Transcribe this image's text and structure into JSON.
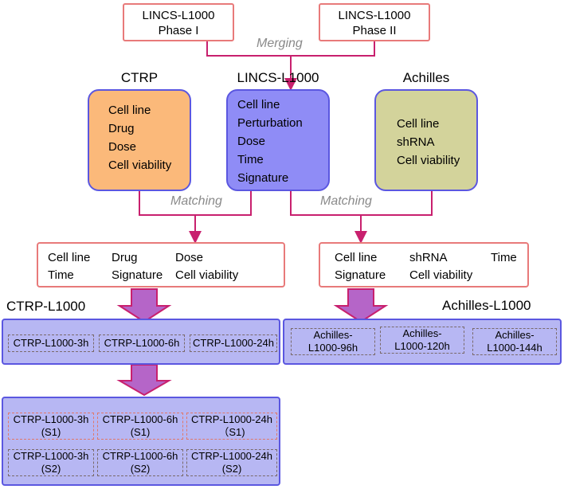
{
  "phases": {
    "phase1": {
      "line1": "LINCS-L1000",
      "line2": "Phase  I"
    },
    "phase2": {
      "line1": "LINCS-L1000",
      "line2": "Phase II"
    }
  },
  "labels": {
    "merging": "Merging",
    "matching_left": "Matching",
    "matching_right": "Matching"
  },
  "sources": {
    "ctrp": {
      "title": "CTRP",
      "items": [
        "Cell line",
        "Drug",
        "Dose",
        "Cell viability"
      ],
      "color": "#fbb97a"
    },
    "lincs": {
      "title": "LINCS-L1000",
      "items": [
        "Cell line",
        "Perturbation",
        "Dose",
        "Time",
        "Signature"
      ],
      "color": "#8f8cf6"
    },
    "achilles": {
      "title": "Achilles",
      "items": [
        "Cell line",
        "shRNA",
        "Cell viability"
      ],
      "color": "#d3d39b"
    }
  },
  "merged_left": {
    "row1": [
      "Cell line",
      "Drug",
      "Dose"
    ],
    "row2": [
      "Time",
      "Signature",
      "Cell viability"
    ]
  },
  "merged_right": {
    "row1": [
      "Cell line",
      "shRNA",
      "Time"
    ],
    "row2": [
      "Signature",
      "Cell viability"
    ]
  },
  "datasets": {
    "ctrp_title": "CTRP-L1000",
    "achilles_title": "Achilles-L1000",
    "ctrp": [
      "CTRP-L1000-3h",
      "CTRP-L1000-6h",
      "CTRP-L1000-24h"
    ],
    "achilles": [
      {
        "line1": "Achilles-",
        "line2": "L1000-96h"
      },
      {
        "line1": "Achilles-",
        "line2": "L1000-120h"
      },
      {
        "line1": "Achilles-",
        "line2": "L1000-144h"
      }
    ]
  },
  "splits": {
    "s1": [
      {
        "name": "CTRP-L1000-3h",
        "tag": "(S1)"
      },
      {
        "name": "CTRP-L1000-6h",
        "tag": "(S1)"
      },
      {
        "name": "CTRP-L1000-24h",
        "tag": "（S1)"
      }
    ],
    "s2": [
      {
        "name": "CTRP-L1000-3h",
        "tag": "(S2)"
      },
      {
        "name": "CTRP-L1000-6h",
        "tag": "(S2)"
      },
      {
        "name": "CTRP-L1000-24h",
        "tag": "(S2)"
      }
    ]
  },
  "colors": {
    "connector": "#c8206e",
    "arrow_fill": "#b565c8",
    "panel_border": "#5b57e0",
    "pink_border": "#e87a7a"
  }
}
